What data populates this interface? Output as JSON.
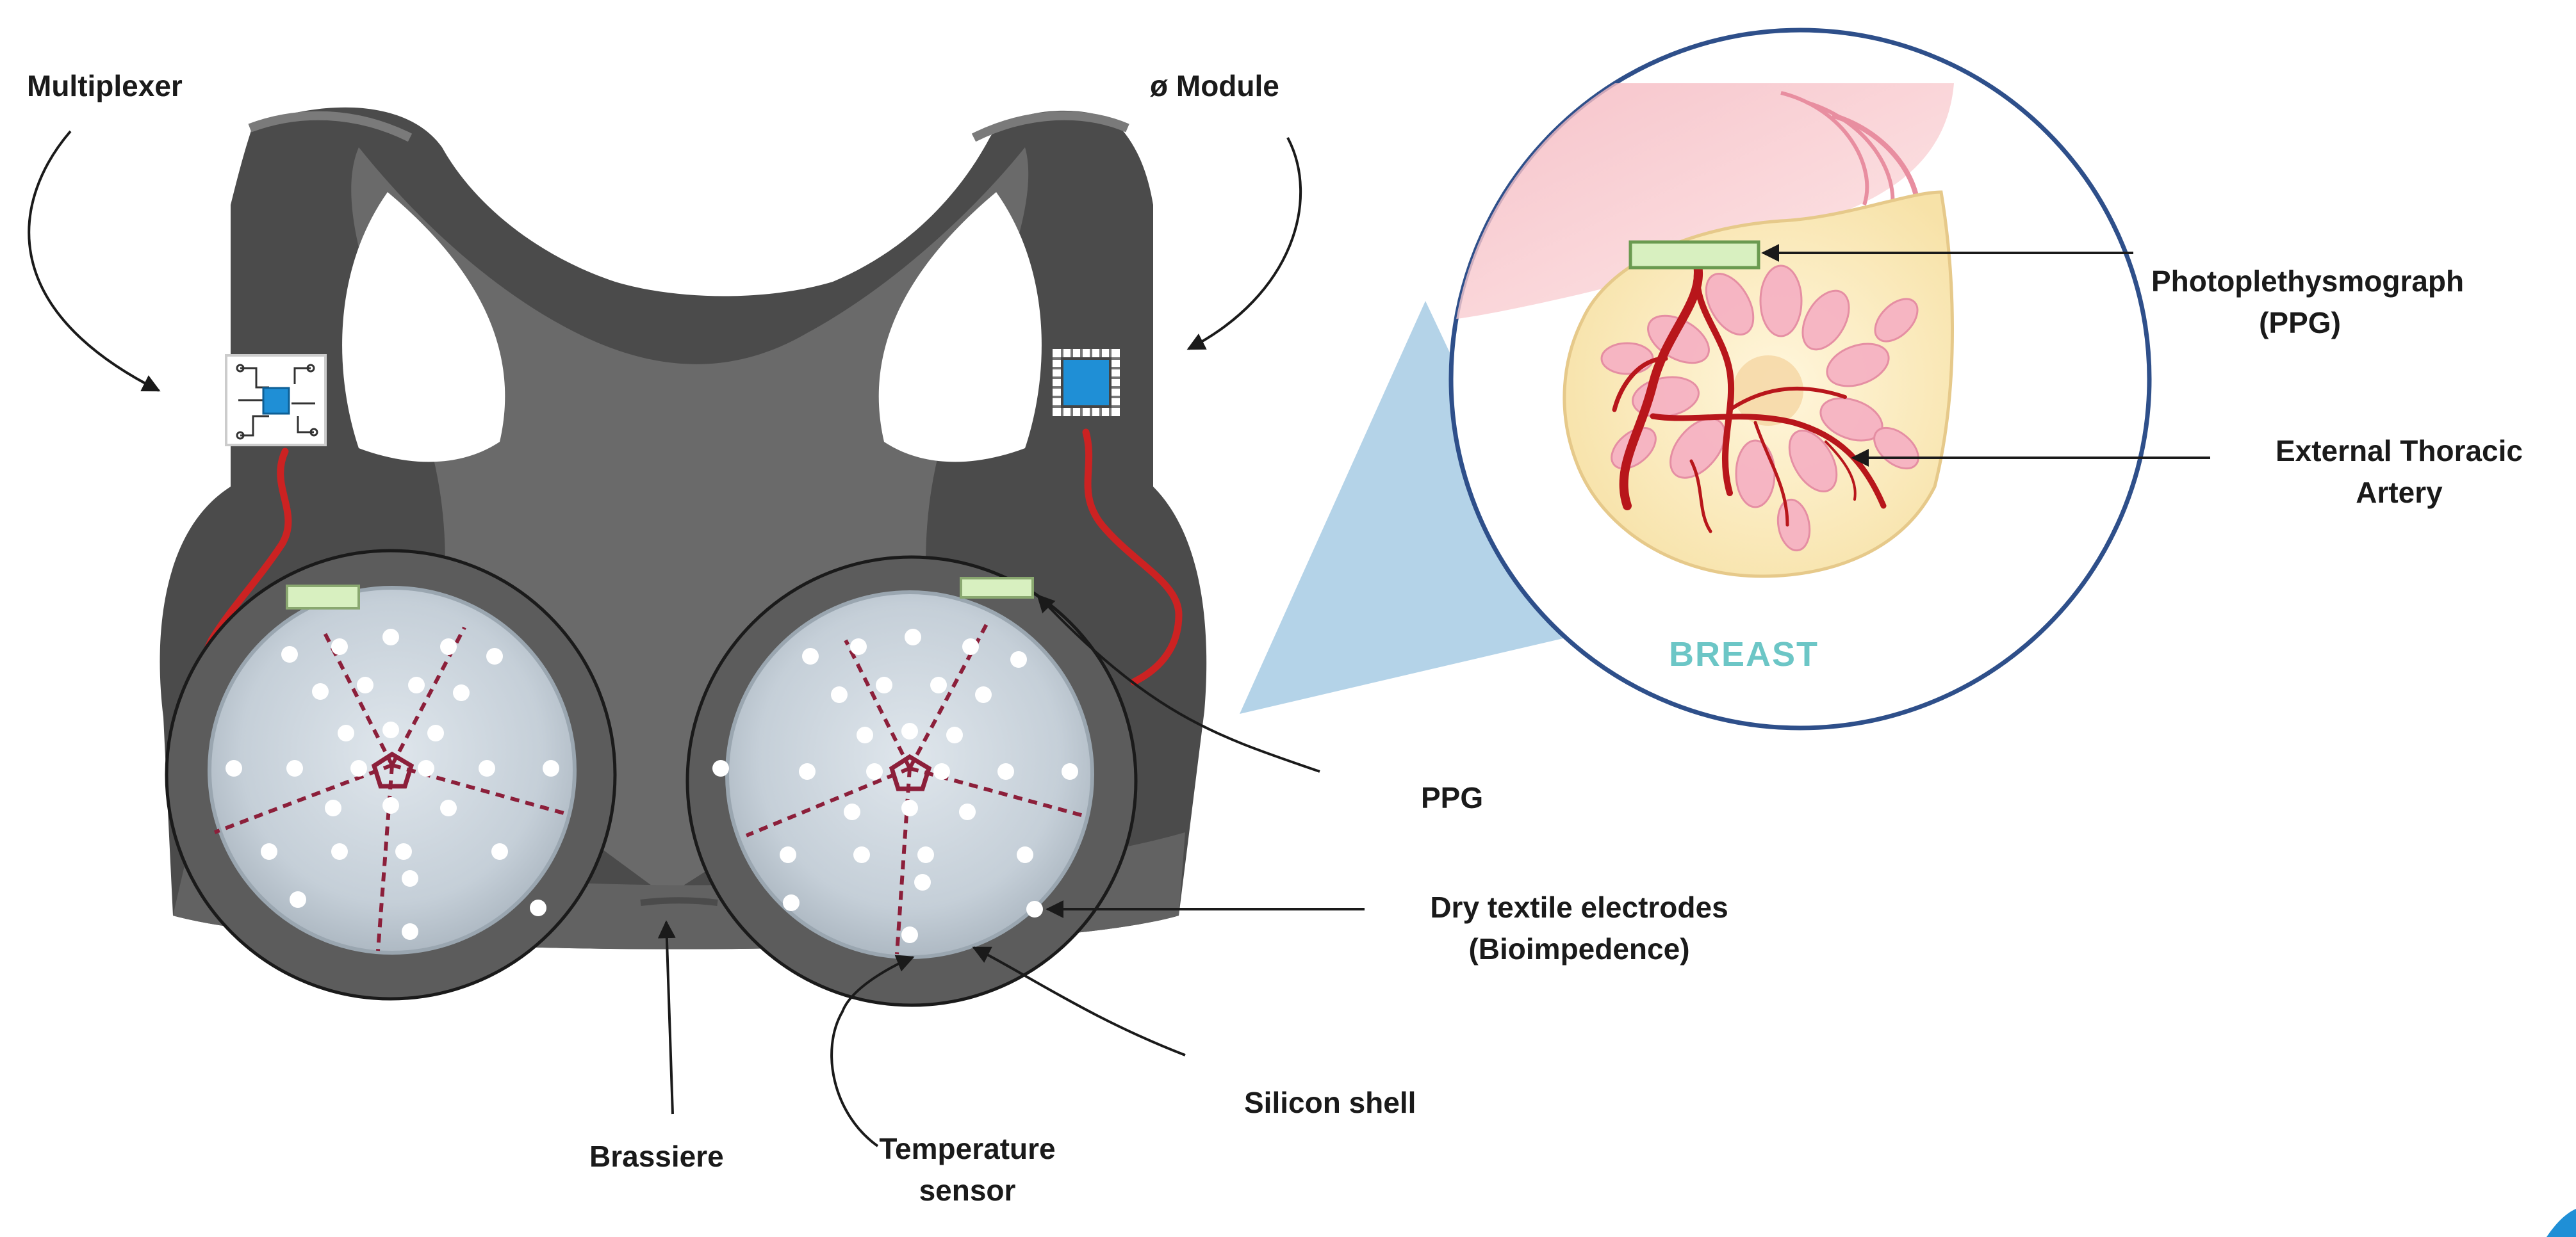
{
  "labels": {
    "multiplexer": "Multiplexer",
    "module": "ø Module",
    "ppg_full_line1": "Photoplethysmograph",
    "ppg_full_line2": "(PPG)",
    "artery_line1": "External Thoracic",
    "artery_line2": "Artery",
    "breast": "BREAST",
    "ppg": "PPG",
    "electrodes_line1": "Dry textile electrodes",
    "electrodes_line2": "(Bioimpedence)",
    "silicon_shell": "Silicon shell",
    "brassiere": "Brassiere",
    "temp_line1": "Temperature",
    "temp_line2": "sensor"
  },
  "colors": {
    "bra_dark": "#4a4a4a",
    "bra_light": "#686868",
    "cup_fill": "#c9d3db",
    "wire": "#cc2222",
    "chip": "#1f8fd6",
    "sensor": "#d8f0c0",
    "breast_tint": "#6cc6c6",
    "circle_stroke": "#2e4f8a",
    "projection": "#a7cbe4"
  },
  "icons": {
    "multiplexer": "circuit-board-icon",
    "module": "microchip-icon"
  }
}
